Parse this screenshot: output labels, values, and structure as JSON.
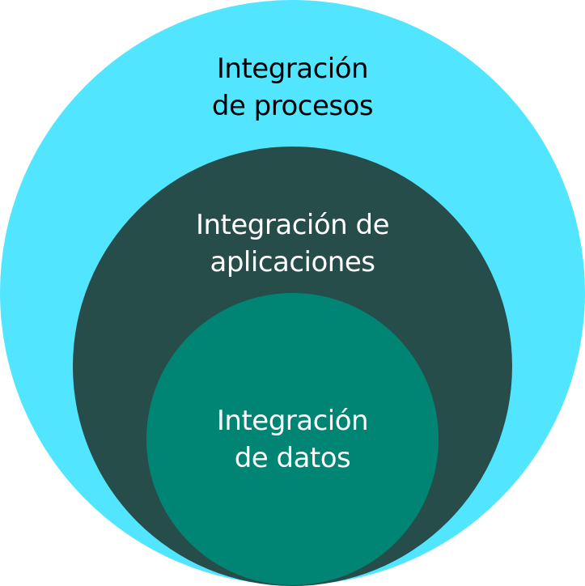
{
  "diagram": {
    "type": "nested-circles",
    "layers": [
      {
        "id": "outer",
        "lines": [
          "Integración",
          "de procesos"
        ],
        "fill": "#52E5FF",
        "text_color": "#000000"
      },
      {
        "id": "middle",
        "lines": [
          "Integración de",
          "aplicaciones"
        ],
        "fill": "#264D4A",
        "text_color": "#FFFFFF"
      },
      {
        "id": "inner",
        "lines": [
          "Integración",
          "de datos"
        ],
        "fill": "#008575",
        "text_color": "#FFFFFF"
      }
    ],
    "background": "#FFFFFF"
  }
}
